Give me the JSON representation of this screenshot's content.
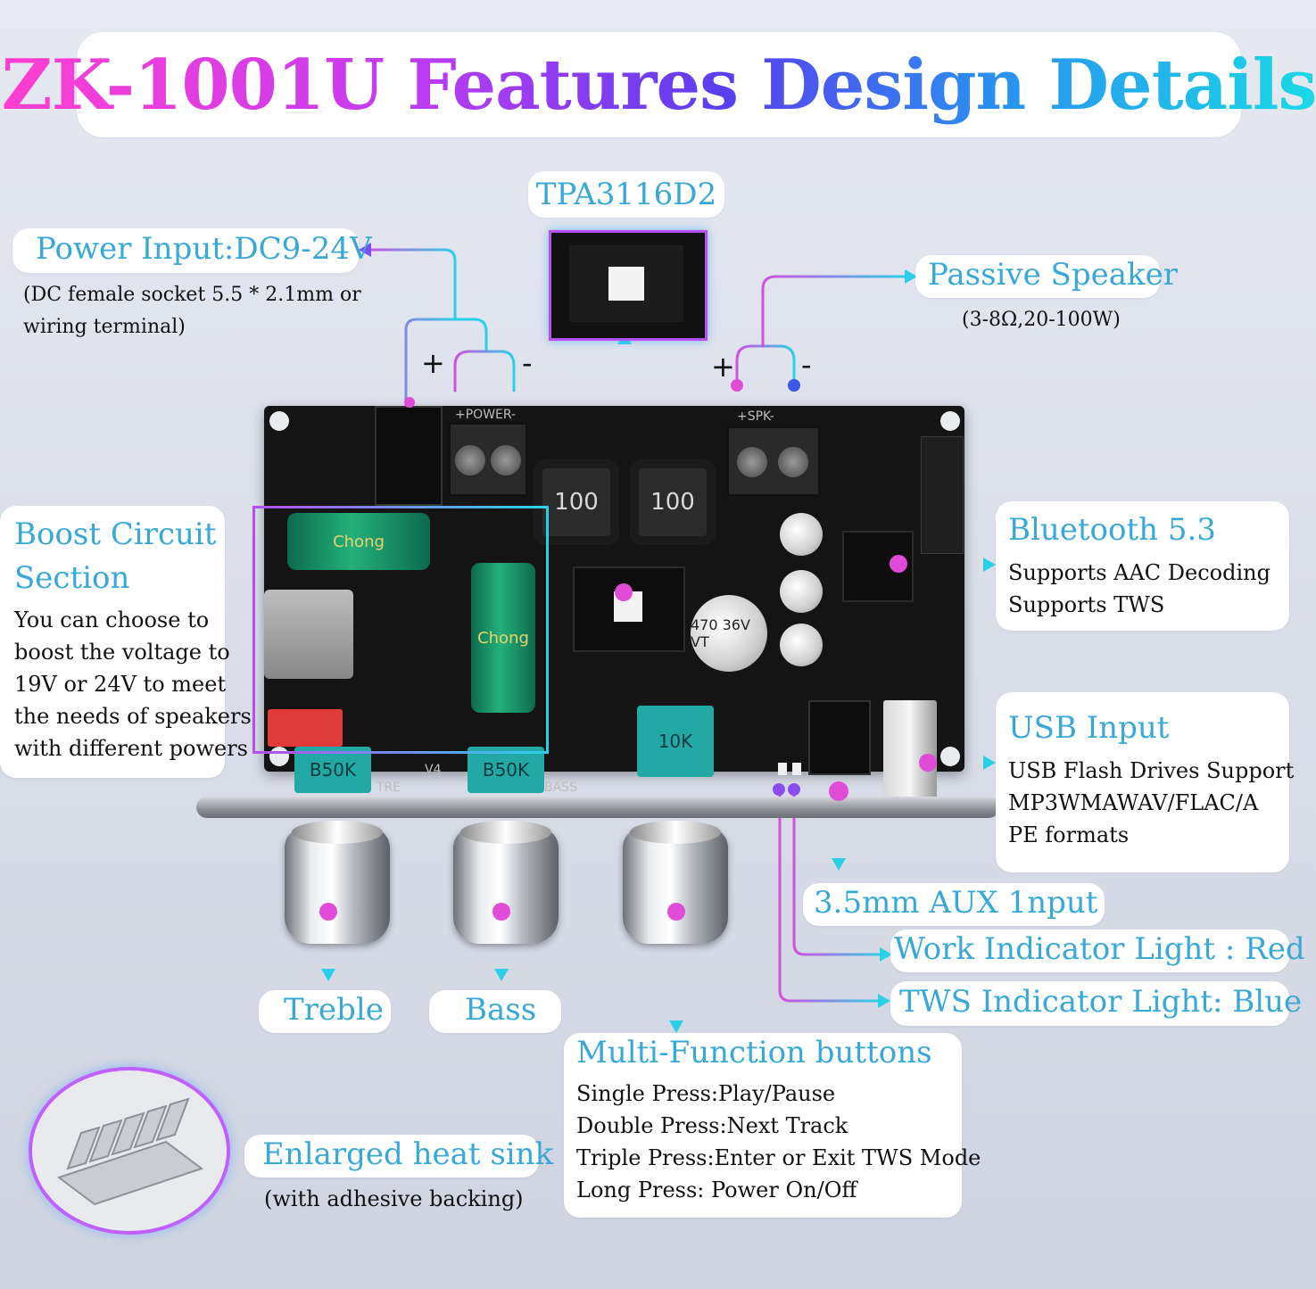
{
  "title": "ZK-1001U Features Design Details",
  "colors": {
    "accent_pink": "#e04bd8",
    "accent_cyan": "#1ec5e6",
    "label_blue": "#38a8d8"
  },
  "labels": {
    "chip": "TPA3116D2",
    "power_input": {
      "title": "Power Input:DC9-24V",
      "desc": [
        "(DC female socket 5.5 * 2.1mm or",
        "wiring terminal)"
      ]
    },
    "passive_speaker": {
      "title": "Passive Speaker",
      "desc": "(3-8Ω,20-100W)"
    },
    "boost_circuit": {
      "title": [
        "Boost Circuit",
        "Section"
      ],
      "desc": [
        "You can choose to",
        "boost the voltage to",
        "19V or 24V to meet",
        "the needs of speakers",
        "with different powers"
      ]
    },
    "bluetooth": {
      "title": "Bluetooth 5.3",
      "desc": [
        "Supports AAC Decoding",
        "Supports TWS"
      ]
    },
    "usb_input": {
      "title": "USB Input",
      "desc": [
        "USB Flash Drives Support",
        "MP3WMAWAV/FLAC/A",
        "PE formats"
      ]
    },
    "aux_input": "3.5mm AUX 1nput",
    "work_indicator": "Work Indicator Light : Red",
    "tws_indicator": "TWS Indicator Light: Blue",
    "treble": "Treble",
    "bass": "Bass",
    "multi_function": {
      "title": "Multi-Function buttons",
      "desc": [
        "Single Press:Play/Pause",
        "Double Press:Next Track",
        "Triple Press:Enter or Exit TWS Mode",
        "Long Press: Power On/Off"
      ]
    },
    "heat_sink": {
      "title": "Enlarged heat sink",
      "desc": "(with adhesive backing)"
    },
    "plus_sign": "+",
    "minus_sign": "-"
  },
  "board_silkscreen": {
    "pot_left": "B50K",
    "pot_mid": "B50K",
    "pot_right": "10K",
    "label_tre": "TRE",
    "label_v4": "V4",
    "label_bass": "BASS",
    "label_power": "+POWER-",
    "label_spk": "+SPK-",
    "inductor_value": "100",
    "cap_large": "470 36V VT",
    "cap_brand": "Chong"
  }
}
